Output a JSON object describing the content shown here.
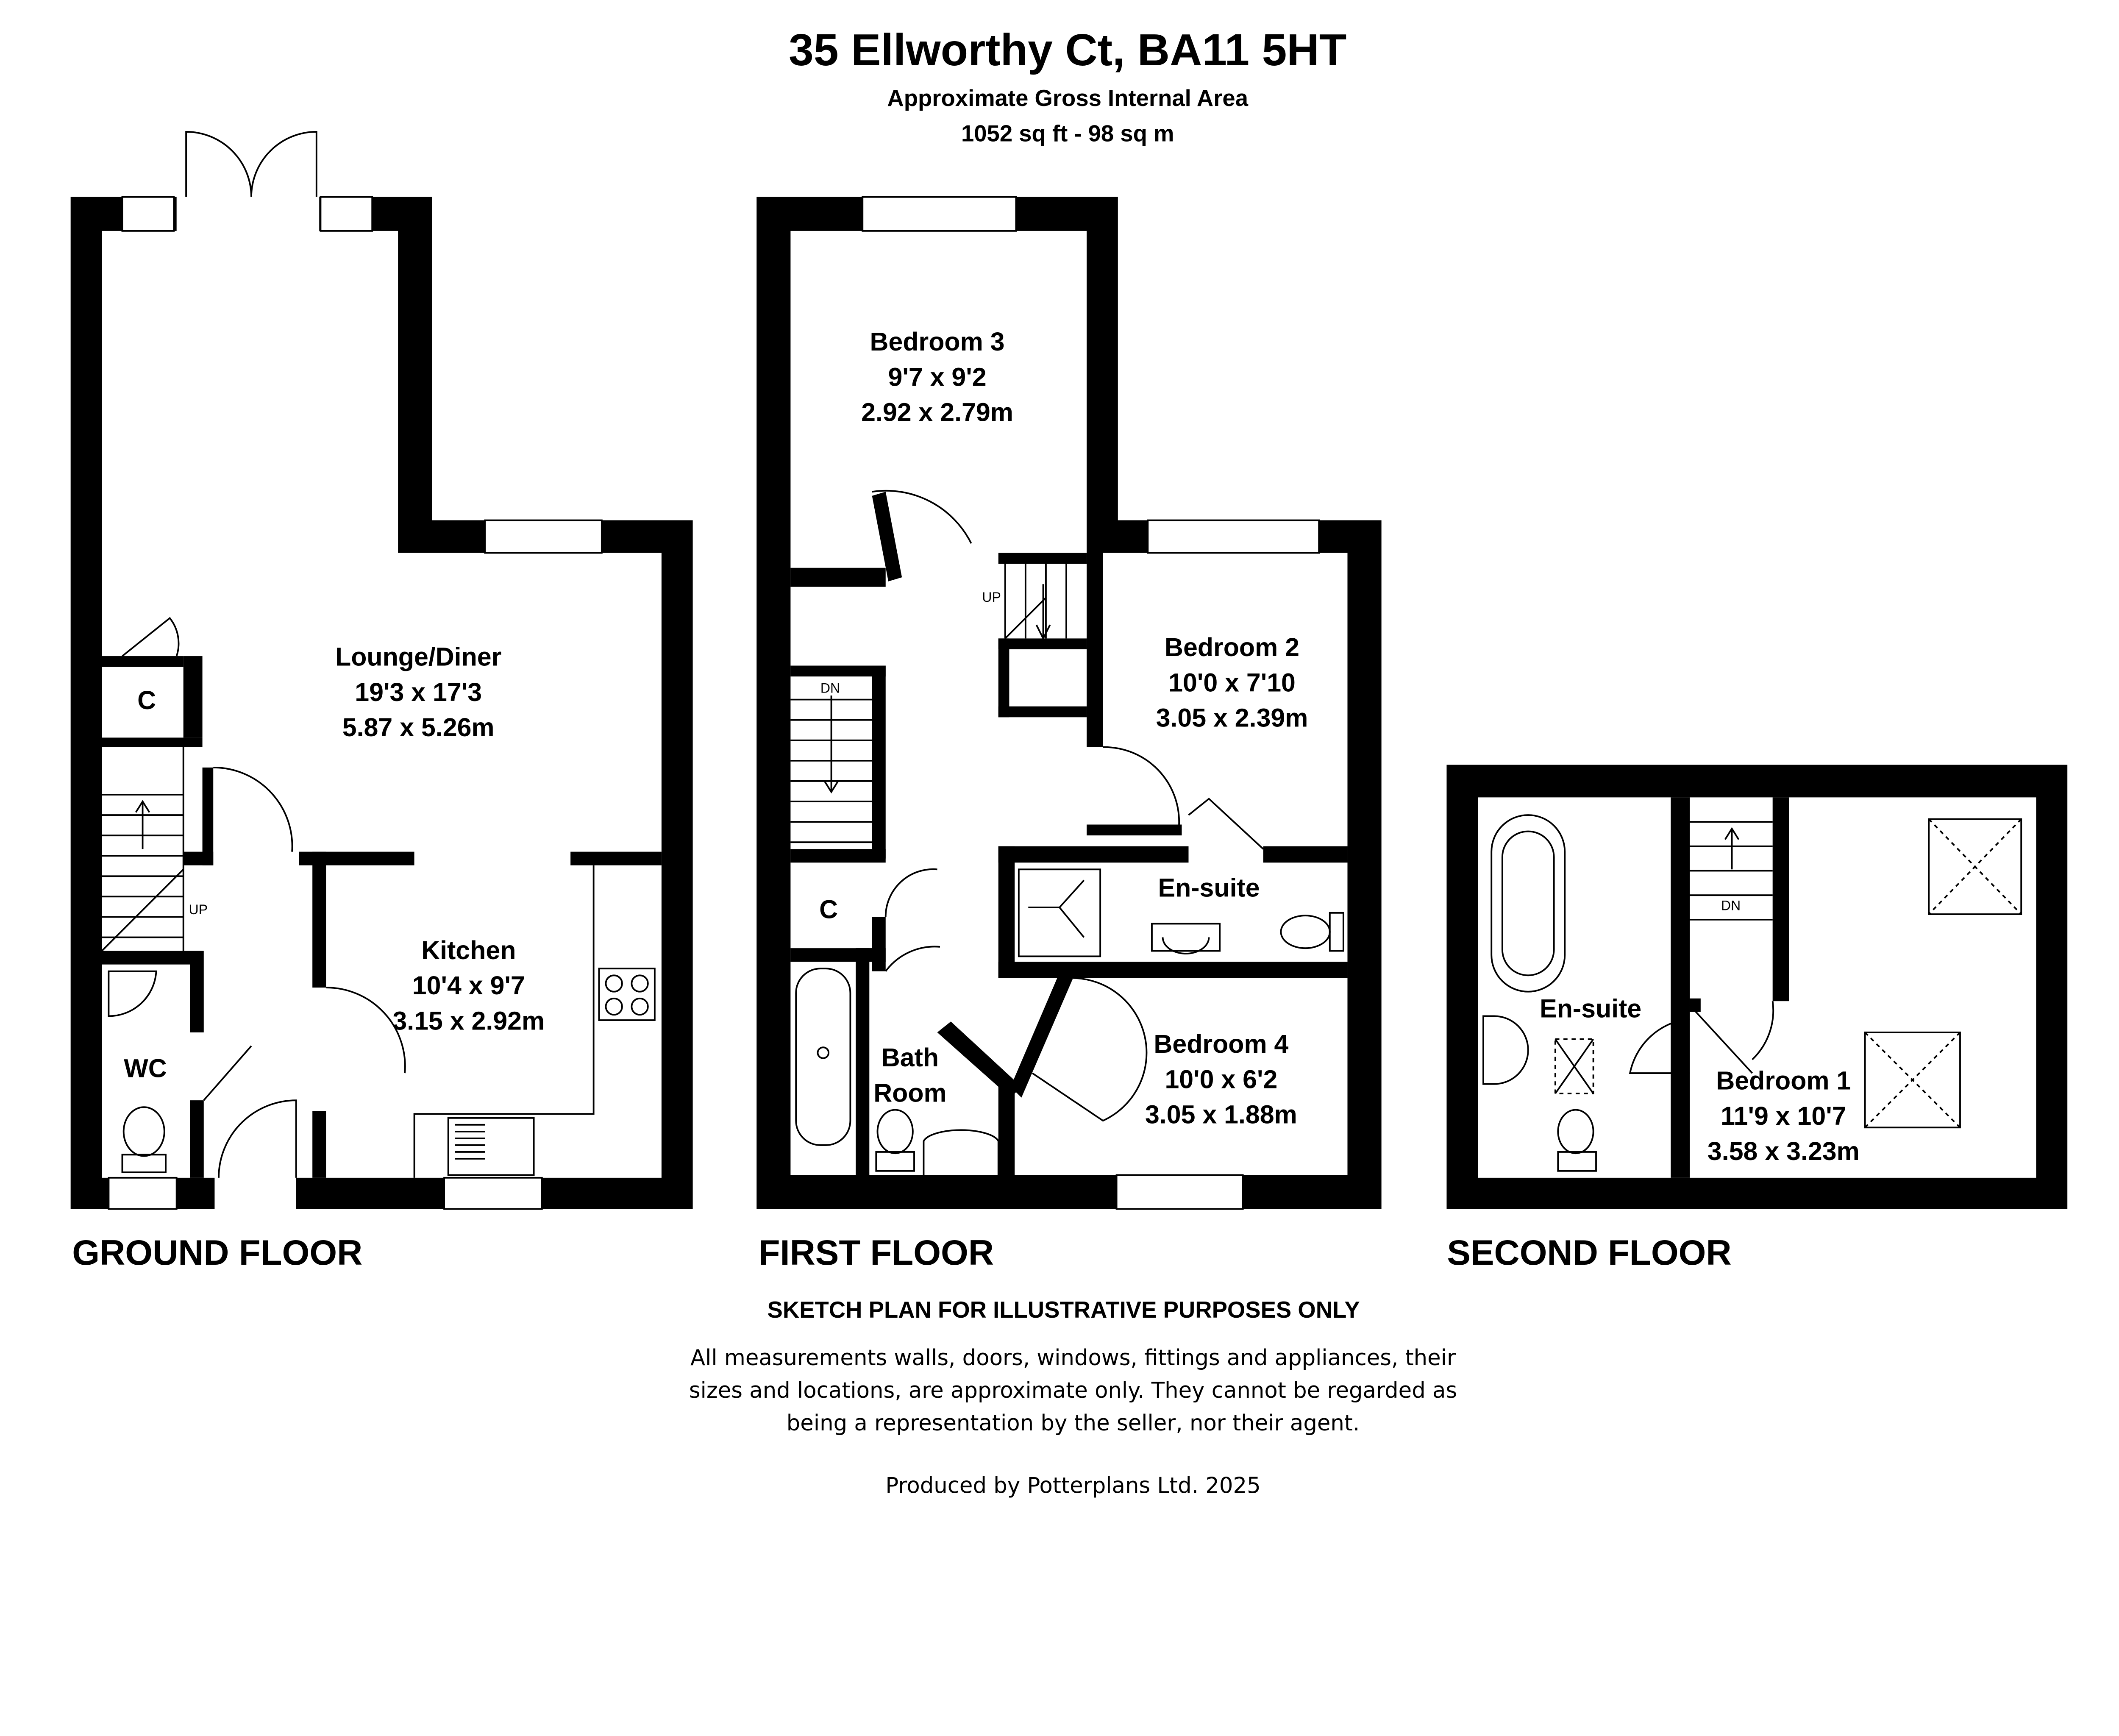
{
  "header": {
    "title": "35 Ellworthy Ct, BA11 5HT",
    "subtitle": "Approximate Gross Internal Area",
    "area": "1052 sq ft - 98 sq m"
  },
  "floors": {
    "ground": {
      "label": "GROUND FLOOR",
      "rooms": {
        "lounge": {
          "name": "Lounge/Diner",
          "imperial": "19'3 x 17'3",
          "metric": "5.87 x 5.26m"
        },
        "kitchen": {
          "name": "Kitchen",
          "imperial": "10'4 x 9'7",
          "metric": "3.15 x 2.92m"
        },
        "wc": {
          "name": "WC"
        },
        "cupboard": {
          "name": "C"
        }
      },
      "stairs_label": "UP"
    },
    "first": {
      "label": "FIRST FLOOR",
      "rooms": {
        "bedroom3": {
          "name": "Bedroom 3",
          "imperial": "9'7 x 9'2",
          "metric": "2.92 x 2.79m"
        },
        "bedroom2": {
          "name": "Bedroom 2",
          "imperial": "10'0 x 7'10",
          "metric": "3.05 x 2.39m"
        },
        "ensuite": {
          "name": "En-suite"
        },
        "bedroom4": {
          "name": "Bedroom 4",
          "imperial": "10'0 x 6'2",
          "metric": "3.05 x 1.88m"
        },
        "bathroom_line1": "Bath",
        "bathroom_line2": "Room",
        "cupboard": {
          "name": "C"
        }
      },
      "stairs_up": "UP",
      "stairs_down": "DN"
    },
    "second": {
      "label": "SECOND FLOOR",
      "rooms": {
        "ensuite": {
          "name": "En-suite"
        },
        "bedroom1": {
          "name": "Bedroom 1",
          "imperial": "11'9 x 10'7",
          "metric": "3.58 x 3.23m"
        }
      },
      "stairs_down": "DN"
    }
  },
  "footer": {
    "disclaimer_title": "SKETCH PLAN FOR ILLUSTRATIVE PURPOSES ONLY",
    "disclaimer_line1": "All measurements walls, doors, windows, fittings and appliances, their",
    "disclaimer_line2": "sizes and locations, are approximate only. They cannot be regarded as",
    "disclaimer_line3": "being a representation by the seller, nor their agent.",
    "credit": "Produced by Potterplans Ltd. 2025"
  }
}
